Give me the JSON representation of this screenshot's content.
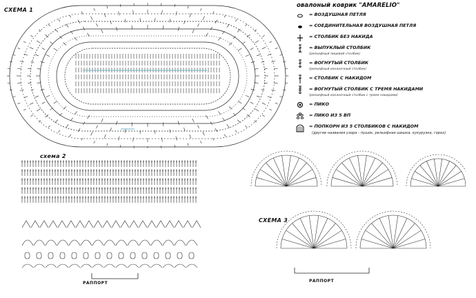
{
  "title": "овалоный коврик \"AMARELIO\"",
  "schemes": {
    "scheme1_label": "СХЕМА 1",
    "scheme2_label": "схема 2",
    "scheme3_label": "СХЕМА 3",
    "raport2": "РАППОРТ",
    "raport3": "РАППОРТ"
  },
  "legend": [
    {
      "icon": "chain-stitch-icon",
      "label": "= ВОЗДУШНАЯ ПЕТЛЯ",
      "sub": ""
    },
    {
      "icon": "slip-stitch-icon",
      "label": "= СОЕДИНИТЕЛЬНАЯ ВОЗДУШНАЯ ПЕТЛЯ",
      "sub": ""
    },
    {
      "icon": "single-crochet-icon",
      "label": "= СТОЛБИК БЕЗ НАКИДА",
      "sub": ""
    },
    {
      "icon": "front-post-icon",
      "label": "= ВЫПУКЛЫЙ СТОЛБИК",
      "sub": "(рельефный лицевой столбик)"
    },
    {
      "icon": "back-post-icon",
      "label": "= ВОГНУТЫЙ СТОЛБИК",
      "sub": "(рельефный изнаночный столбик)"
    },
    {
      "icon": "double-crochet-icon",
      "label": "= СТОЛБИК С НАКИДОМ",
      "sub": ""
    },
    {
      "icon": "back-post-treble-icon",
      "label": "= ВОГНУТЫЙ СТОЛБИК С ТРЕМЯ НАКИДАМИ",
      "sub": "(рельефный изнаночный столбик с тремя накидами)"
    },
    {
      "icon": "picot-icon",
      "label": "= ПИКО",
      "sub": ""
    },
    {
      "icon": "picot-5ch-icon",
      "label": "= ПИКО ИЗ 5 ВП",
      "sub": ""
    },
    {
      "icon": "popcorn-icon",
      "label": "= ПОПКОРН ИЗ 5 СТОЛБИКОВ С НАКИДОМ",
      "sub": ""
    }
  ],
  "note": "(другие названия узора - пушок, рельефная шишка, кукурузка, горох)"
}
